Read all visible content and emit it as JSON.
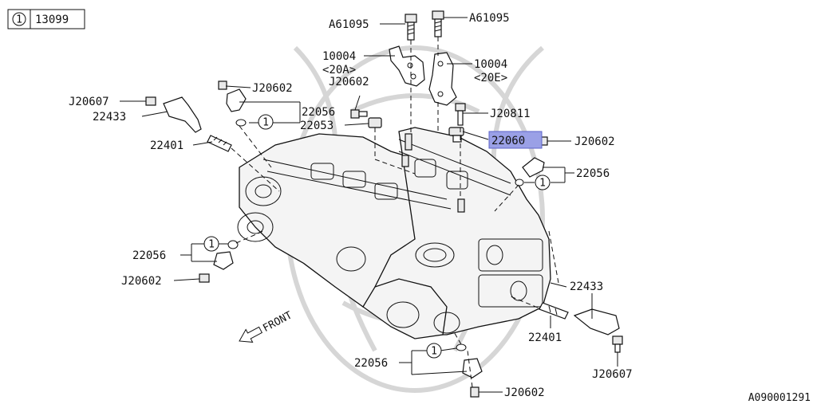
{
  "header": {
    "ref_symbol": "1",
    "ref_code": "13099"
  },
  "diagram_code": "A090001291",
  "front_label": "FRONT",
  "callout_symbol": "1",
  "highlight_color": "#9aa0e6",
  "labels": {
    "a61095_left": "A61095",
    "a61095_right": "A61095",
    "p10004_left": "10004",
    "p10004_left_sub": "<20A>",
    "p10004_right": "10004",
    "p10004_right_sub": "<20E>",
    "j20602_top_left": "J20602",
    "j20602_mid": "J20602",
    "j20607_left": "J20607",
    "p22433_left": "22433",
    "p22056_top_left": "22056",
    "p22053": "22053",
    "p22401_left": "22401",
    "j20811": "J20811",
    "p22060": "22060",
    "j20602_right": "J20602",
    "p22056_right": "22056",
    "p22056_left_low": "22056",
    "j20602_left_low": "J20602",
    "p22433_right": "22433",
    "p22401_right": "22401",
    "j20607_right": "J20607",
    "p22056_bottom": "22056",
    "j20602_bottom": "J20602"
  }
}
